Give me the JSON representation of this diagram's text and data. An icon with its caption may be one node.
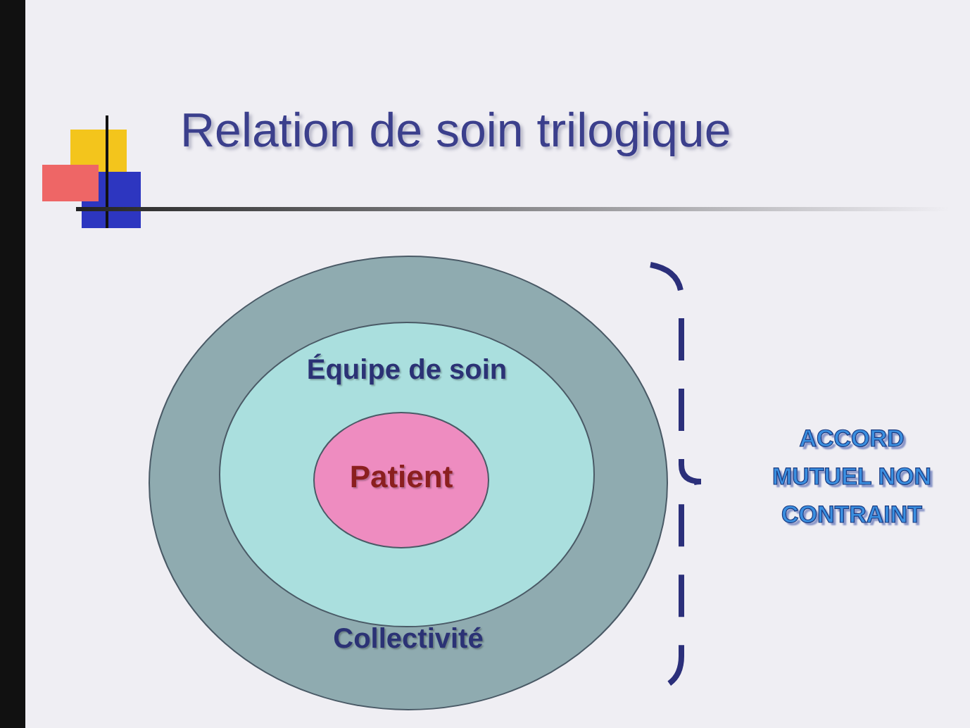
{
  "diagram": {
    "title": "Relation de soin trilogique",
    "nodes": [
      {
        "text": [
          "Collectivité"
        ]
      },
      {
        "text": [
          "Équipe de soin"
        ],
        "in": 0
      },
      {
        "text": [
          "Patient"
        ],
        "in": 1
      }
    ],
    "labels": [
      "ACCORD MUTUEL NON CONTRAINT"
    ]
  }
}
